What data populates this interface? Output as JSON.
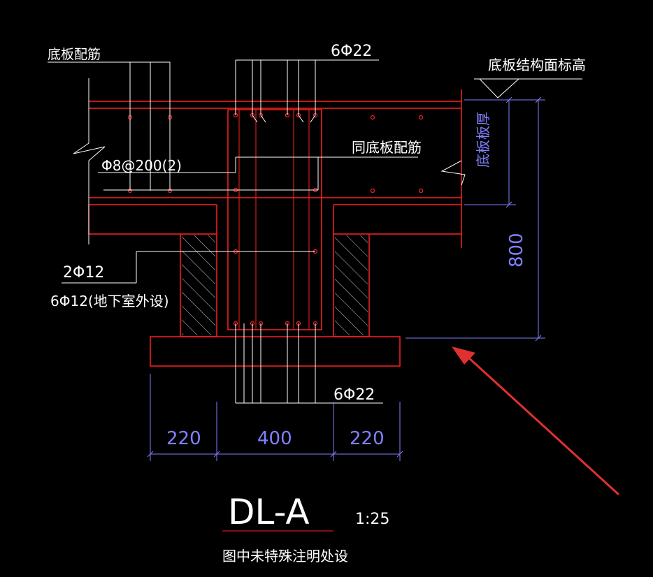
{
  "labels": {
    "bottom_slab_rebar": "底板配筋",
    "top_bars": "6Φ22",
    "slab_top_elevation": "底板结构面标高",
    "same_as_slab_rebar": "同底板配筋",
    "stirrup": "Φ8@200(2)",
    "slab_thickness": "底板板厚",
    "side_bars_1": "2Φ12",
    "side_bars_2": "6Φ12(地下室外设)",
    "bottom_bars": "6Φ22",
    "dim_height": "800",
    "dim_left": "220",
    "dim_middle": "400",
    "dim_right": "220",
    "beam_id": "DL-A",
    "scale": "1:25",
    "note": "图中未特殊注明处设"
  },
  "colors": {
    "background": "#000000",
    "concrete_red": "#ff2020",
    "rebar_white": "#ffffff",
    "dimension_blue": "#8080ff",
    "arrow_red": "#e03030"
  }
}
